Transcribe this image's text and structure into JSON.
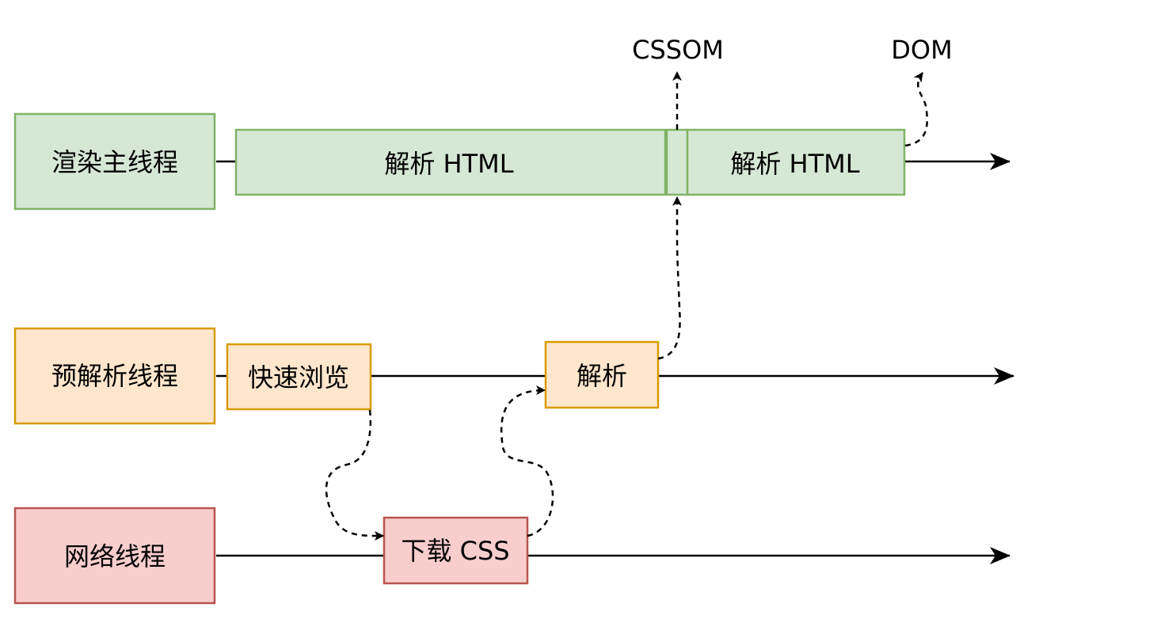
{
  "threads": {
    "render": {
      "label": "渲染主线程",
      "fill": "#d5e8d4",
      "stroke": "#82b366",
      "task_parse_1": "解析 HTML",
      "task_parse_2": "解析 HTML"
    },
    "preparse": {
      "label": "预解析线程",
      "fill": "#ffe6cc",
      "stroke": "#d79b00",
      "task_scan": "快速浏览",
      "task_parse": "解析"
    },
    "network": {
      "label": "网络线程",
      "fill": "#f8cecc",
      "stroke": "#b85450",
      "task_download": "下载 CSS"
    }
  },
  "outputs": {
    "cssom": "CSSOM",
    "dom": "DOM"
  }
}
